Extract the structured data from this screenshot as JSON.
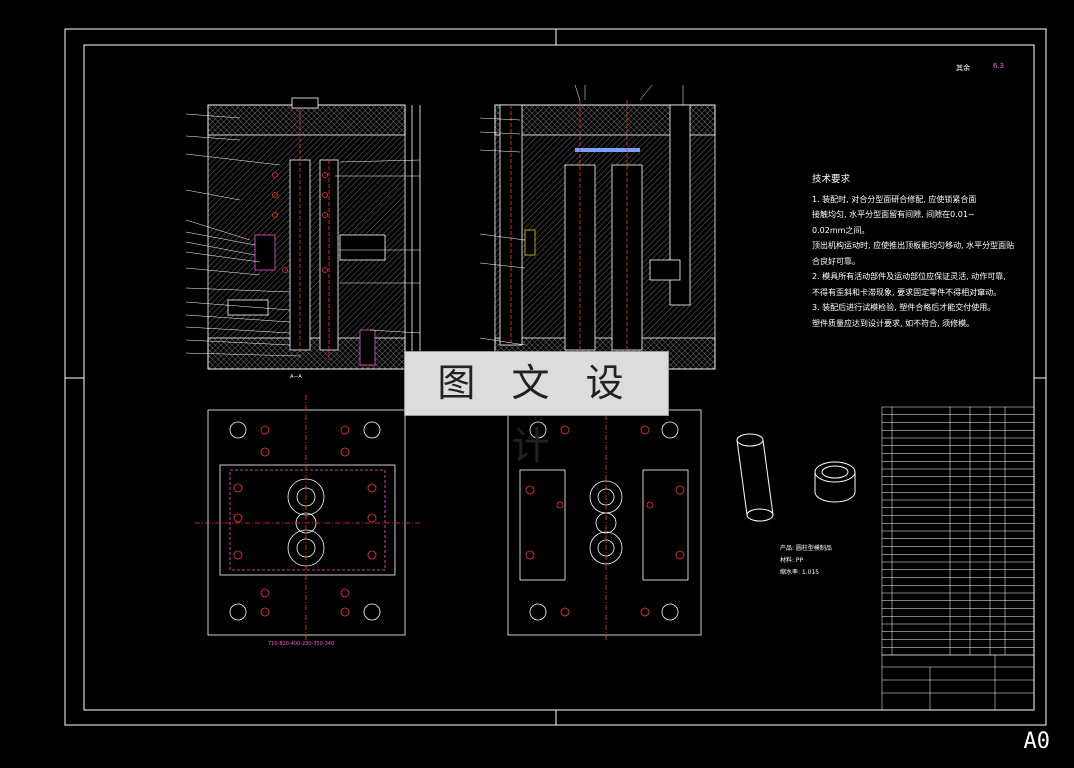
{
  "drawing": {
    "sheet_size": "A0",
    "watermark": "图 文 设 计",
    "roughness_label": "其余",
    "roughness_value": "6.3",
    "section_label": "A—A",
    "bottom_dim_label": "710-820-400-230-350-340",
    "material_lines": [
      "产品:  圆柱型模制品",
      "材料:  PP",
      "缩水率:  1.015"
    ]
  },
  "tech_requirements": {
    "title": "技术要求",
    "lines": [
      "1. 装配时, 对合分型面研合修配, 应使锁紧合面",
      "接触均匀, 水平分型面留有间隙, 间隙在0.01~",
      "0.02mm之间。",
      "顶出机构运动时, 应使推出顶板能均匀移动, 水平分型面贴",
      "合良好可靠。",
      "2. 模具所有活动部件及运动部位应保证灵活, 动作可靠,",
      "不得有歪斜和卡滞现象, 要求固定零件不得相对窜动。",
      "3. 装配后进行试模检验, 塑件合格后才能交付使用。",
      "塑件质量应达到设计要求, 如不符合, 须修模。"
    ]
  },
  "colors": {
    "background": "#000000",
    "lines": "#ffffff",
    "hatch": "#bfbfbf",
    "accent_red": "#ff3030",
    "accent_magenta": "#ff4fd8",
    "accent_yellow": "#e0d000",
    "accent_blue": "#7aa0ff"
  }
}
